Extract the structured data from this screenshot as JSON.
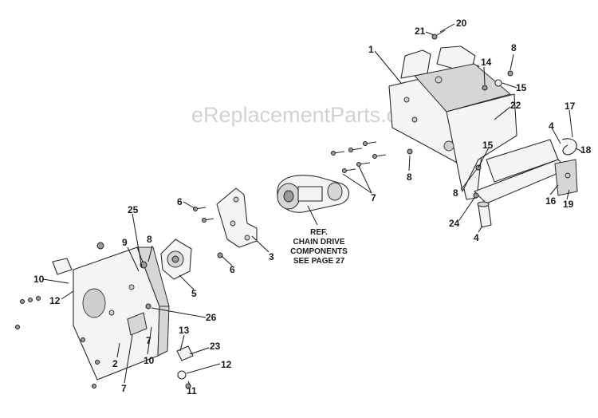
{
  "watermark": "eReplacementParts.com",
  "reference_note": {
    "line1": "REF.",
    "line2": "CHAIN DRIVE",
    "line3": "COMPONENTS",
    "line4": "SEE PAGE 27"
  },
  "callouts": [
    "1",
    "2",
    "3",
    "4",
    "4",
    "5",
    "6",
    "6",
    "7",
    "7",
    "7",
    "8",
    "8",
    "8",
    "8",
    "9",
    "10",
    "10",
    "11",
    "12",
    "12",
    "13",
    "14",
    "15",
    "15",
    "16",
    "17",
    "18",
    "19",
    "20",
    "21",
    "22",
    "23",
    "24",
    "25",
    "26"
  ]
}
